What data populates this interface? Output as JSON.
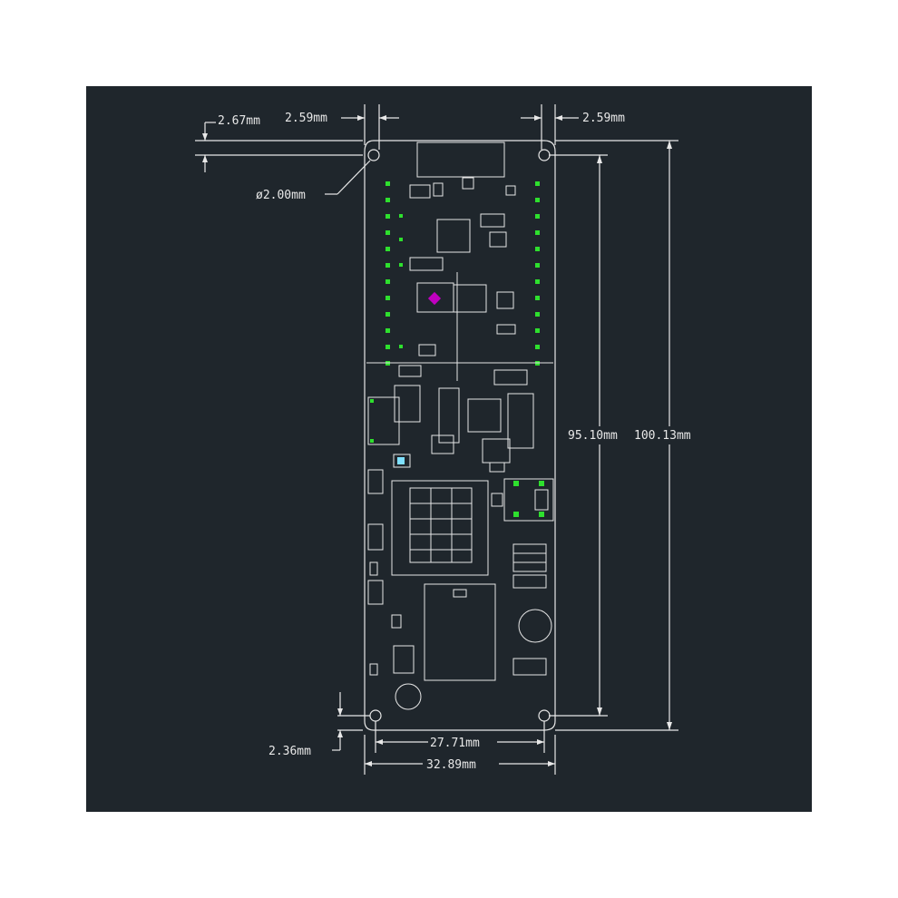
{
  "colors": {
    "background": "#ffffff",
    "canvas": "#1f262c",
    "outline": "#e8e8e8",
    "pad_green": "#2ee02e",
    "marker_magenta": "#c000c0",
    "led_cyan": "#7fe0ff"
  },
  "dimensions": {
    "top_left_offset": "2.67mm",
    "top_left_hole_inset": "2.59mm",
    "top_right_hole_inset": "2.59mm",
    "hole_diameter": "ø2.00mm",
    "bottom_offset": "2.36mm",
    "hole_spacing_width": "27.71mm",
    "board_width": "32.89mm",
    "hole_spacing_height": "95.10mm",
    "board_height": "100.13mm"
  }
}
